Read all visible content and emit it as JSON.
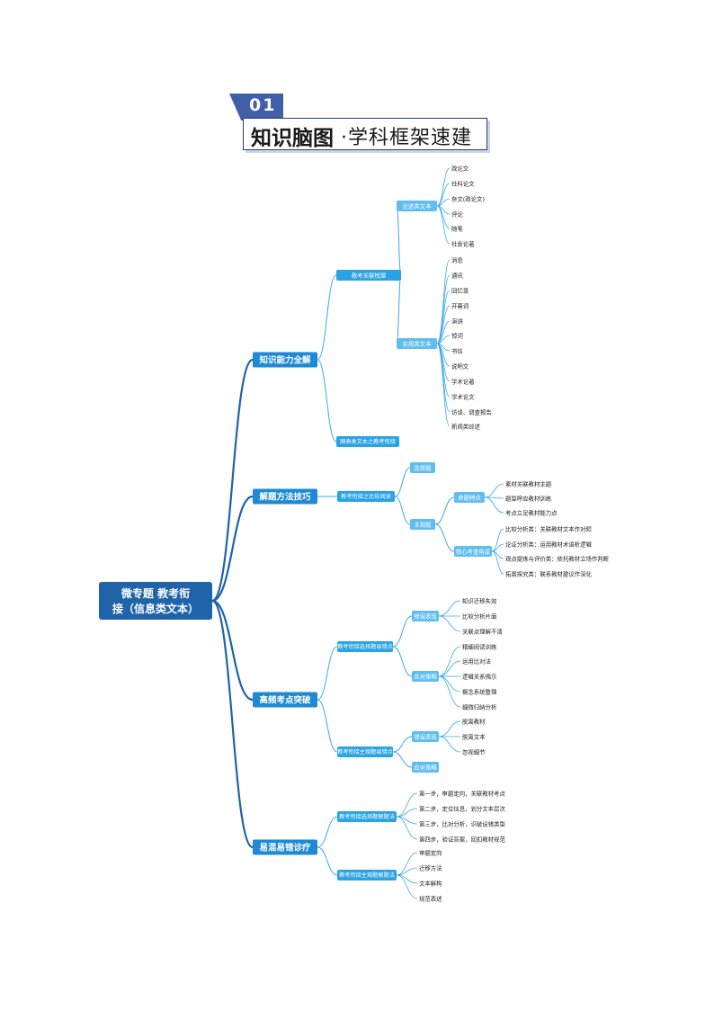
{
  "header": {
    "number": "01",
    "title_bold": "知识脑图",
    "title_rest": "·学科框架速建"
  },
  "mindmap": {
    "root": {
      "line1": "微专题 教考衔",
      "line2": "接（信息类文本）"
    },
    "branches": [
      {
        "label": "知识能力全解",
        "children": [
          {
            "label": "教考关联梳理",
            "children": [
              {
                "label": "论述类文本",
                "leaves": [
                  "政论文",
                  "社科论文",
                  "杂文(政论文)",
                  "评论",
                  "随笔",
                  "社会论著"
                ]
              },
              {
                "label": "实用类文本",
                "leaves": [
                  "消息",
                  "通讯",
                  "回忆录",
                  "开幕词",
                  "演讲",
                  "悼词",
                  "书信",
                  "说明文",
                  "学术论著",
                  "学术论文",
                  "访谈、调查报告",
                  "新闻类综述"
                ]
              }
            ]
          },
          {
            "label": "图表类文本之教考衔接",
            "children": []
          }
        ]
      },
      {
        "label": "解题方法技巧",
        "children": [
          {
            "label": "教考衔接之比较阅读",
            "children": [
              {
                "label": "选择题",
                "leaves": []
              },
              {
                "label": "主观题",
                "children": [
                  {
                    "label": "命题特点",
                    "leaves": [
                      "素材关联教材主题",
                      "题型呼应教材训练",
                      "考点立足教材能力点"
                    ]
                  },
                  {
                    "label": "核心考查角度",
                    "leaves": [
                      "比较分析类：关联教材文本作对照",
                      "论证分析类：运用教材术语析逻辑",
                      "观点提炼与评价类：依托教材立场作判断",
                      "拓展探究类：联系教材建议作深化"
                    ]
                  }
                ]
              }
            ]
          }
        ]
      },
      {
        "label": "高频考点突破",
        "children": [
          {
            "label": "教考衔接选择题易错点",
            "children": [
              {
                "label": "错误表现",
                "leaves": [
                  "知识迁移失效",
                  "比较分析片面",
                  "关联点理解不清"
                ]
              },
              {
                "label": "应对策略",
                "leaves": [
                  "精细阅读训练",
                  "运用比对法",
                  "逻辑关系揭示",
                  "概念系统整理",
                  "细微归纳分析"
                ]
              }
            ]
          },
          {
            "label": "教考衔接主观题易错点",
            "children": [
              {
                "label": "错误表现",
                "leaves": [
                  "脱离教材",
                  "脱离文本",
                  "忽视细节"
                ]
              },
              {
                "label": "应对策略",
                "leaves": []
              }
            ]
          }
        ]
      },
      {
        "label": "易混易错诊疗",
        "children": [
          {
            "label": "教考衔接选择题解题法",
            "leaves": [
              "第一步，审题定向，关联教材考点",
              "第二步，定位信息，划分文本层次",
              "第三步，比对分析，识破设错类型",
              "第四步，验证答案，回扣教材规范"
            ]
          },
          {
            "label": "教考衔接主观题解题法",
            "leaves": [
              "审题定向",
              "迁移方法",
              "文本解构",
              "规范表述"
            ]
          }
        ]
      }
    ]
  },
  "colors": {
    "root_fill": "#1f63a8",
    "branch_fill": "#1f89d4",
    "node_fill": "#2aa3e3",
    "sub_fill": "#5fbdf0",
    "edge_root": "#1f63a8",
    "edge": "#39a9e8",
    "leaf_text": "#222222",
    "banner": "#3f5fa8"
  }
}
